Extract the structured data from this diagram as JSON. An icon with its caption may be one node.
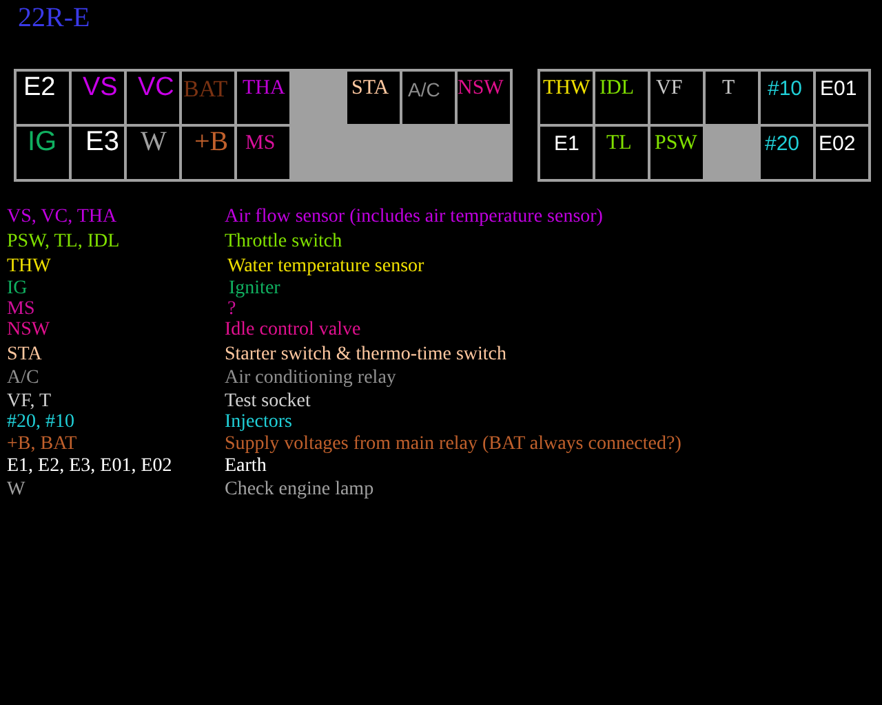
{
  "diagram": {
    "title": "22R-E",
    "nodes": [
      {
        "text": [],
        "shape": "box"
      },
      {
        "text": [
          "E2"
        ],
        "in": 0
      },
      {
        "text": [
          "VS"
        ],
        "in": 0
      },
      {
        "text": [
          "VC"
        ],
        "in": 0
      },
      {
        "text": [
          "BAT"
        ],
        "in": 0
      },
      {
        "text": [
          "THA"
        ],
        "in": 0
      },
      {
        "text": [
          "STA"
        ],
        "in": 0
      },
      {
        "text": [
          "A/C"
        ],
        "in": 0
      },
      {
        "text": [
          "NSW"
        ],
        "in": 0
      },
      {
        "text": [
          "IG"
        ],
        "in": 0
      },
      {
        "text": [
          "E3"
        ],
        "in": 0
      },
      {
        "text": [
          "W"
        ],
        "in": 0
      },
      {
        "text": [
          "+B"
        ],
        "in": 0
      },
      {
        "text": [
          "MS"
        ],
        "in": 0
      },
      {
        "text": [],
        "shape": "box"
      },
      {
        "text": [
          "THW"
        ],
        "in": 14
      },
      {
        "text": [
          "IDL"
        ],
        "in": 14
      },
      {
        "text": [
          "VF"
        ],
        "in": 14
      },
      {
        "text": [
          "T"
        ],
        "in": 14
      },
      {
        "text": [
          "#10"
        ],
        "in": 14
      },
      {
        "text": [
          "E01"
        ],
        "in": 14
      },
      {
        "text": [
          "E1"
        ],
        "in": 14
      },
      {
        "text": [
          "TL"
        ],
        "in": 14
      },
      {
        "text": [
          "PSW"
        ],
        "in": 14
      },
      {
        "text": [
          "#20"
        ],
        "in": 14
      },
      {
        "text": [
          "E02"
        ],
        "in": 14
      }
    ],
    "labels": [
      "VS, VC, THA",
      "Air flow sensor (includes air temperature sensor)",
      "PSW, TL, IDL",
      "Throttle switch",
      "THW",
      "Water temperature sensor",
      "IG",
      "Igniter",
      "MS",
      "?",
      "NSW",
      "Idle control valve",
      "STA",
      "Starter switch & thermo-time switch",
      "A/C",
      "Air conditioning relay",
      "VF, T",
      "Test socket",
      "#20, #10",
      "Injectors",
      "+B, BAT",
      "Supply voltages from main relay (BAT always connected?)",
      "E1, E2, E3, E01, E02",
      "Earth",
      "W",
      "Check engine lamp"
    ]
  }
}
